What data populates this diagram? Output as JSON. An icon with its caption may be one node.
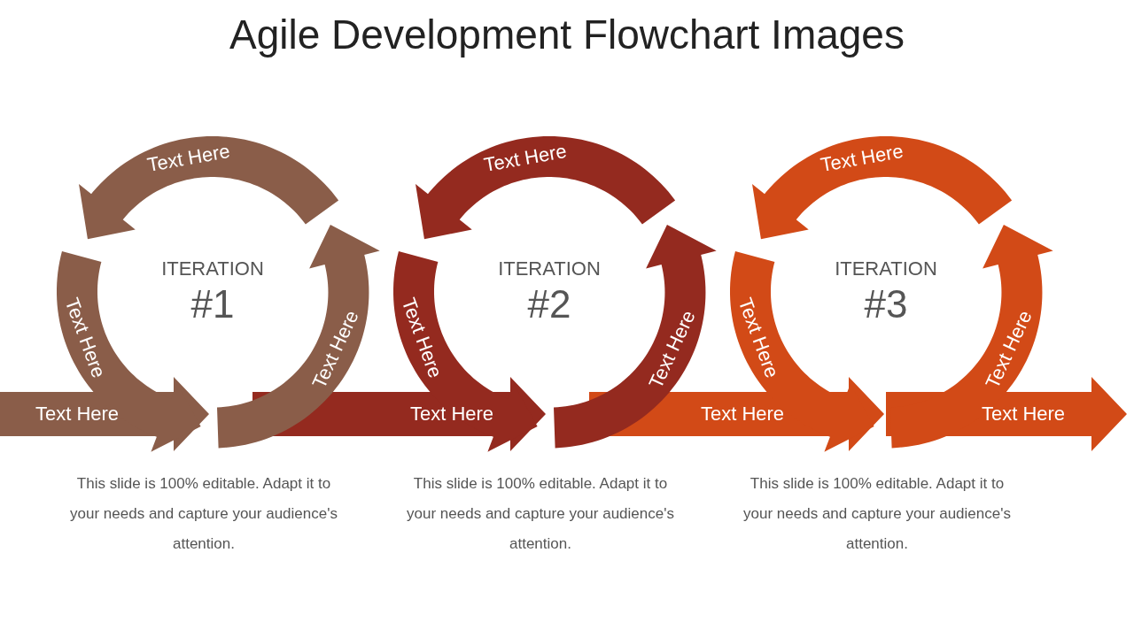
{
  "diagram": {
    "title": "Agile Development Flowchart Images",
    "nodes": [
      {
        "text": [
          "Text Here"
        ]
      },
      {
        "text": [
          "Text Here"
        ]
      },
      {
        "text": [
          "Text Here"
        ]
      },
      {
        "text": [
          "Text Here"
        ]
      },
      {
        "text": [
          "Text Here"
        ]
      },
      {
        "text": [
          "Text Here"
        ]
      },
      {
        "text": [
          "Text Here"
        ]
      },
      {
        "text": [
          "Text Here"
        ]
      },
      {
        "text": [
          "Text Here"
        ]
      },
      {
        "text": [
          "Text Here"
        ]
      },
      {
        "text": [
          "Text Here"
        ]
      },
      {
        "text": [
          "Text Here"
        ]
      },
      {
        "text": [
          "Text Here"
        ]
      }
    ],
    "labels": [
      "ITERATION",
      "#1",
      "ITERATION",
      "#2",
      "ITERATION",
      "#3",
      "This slide is 100% editable. Adapt it to your needs and capture your audience's attention.",
      "This slide is 100% editable. Adapt it to your needs and capture your audience's attention.",
      "This slide is 100% editable. Adapt it to your needs and capture your audience's attention."
    ]
  }
}
